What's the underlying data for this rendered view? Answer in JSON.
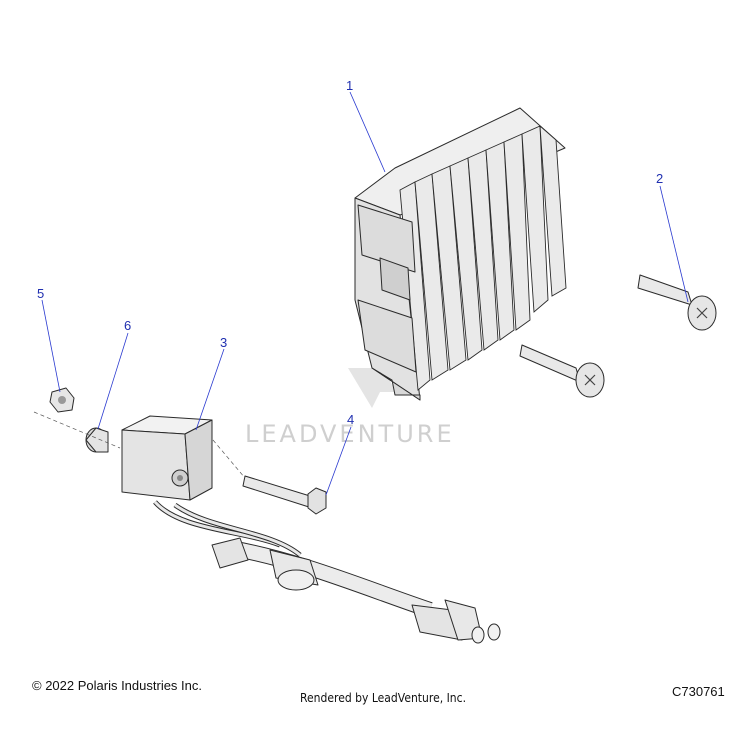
{
  "callouts": {
    "c1": "1",
    "c2": "2",
    "c3": "3",
    "c4": "4",
    "c5": "5",
    "c6": "6"
  },
  "watermark": "LEADVENTURE",
  "footer": {
    "copyright": "© 2022 Polaris Industries Inc.",
    "rendered_by": "Rendered by LeadVenture, Inc.",
    "drawing_number": "C730761"
  },
  "colors": {
    "callout": "#1f2fb0",
    "part_fill": "#e6e6e6",
    "part_shade": "#cfcfcf",
    "outline": "#2b2b2b"
  }
}
